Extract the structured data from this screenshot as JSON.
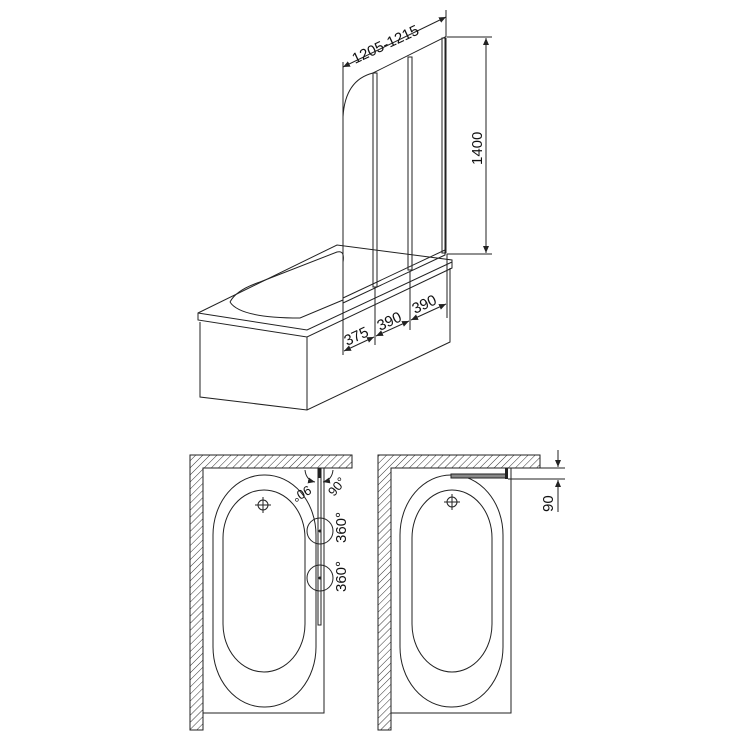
{
  "perspective": {
    "width_dimension": "1205-1215",
    "height_dimension": "1400",
    "panel_widths": [
      "375",
      "390",
      "390"
    ]
  },
  "plan_left": {
    "angle_labels": [
      "90°",
      "90°"
    ],
    "rotation_labels": [
      "360°",
      "360°"
    ]
  },
  "plan_right": {
    "offset_dimension": "90"
  },
  "colors": {
    "line": "#222222",
    "background": "#ffffff"
  }
}
